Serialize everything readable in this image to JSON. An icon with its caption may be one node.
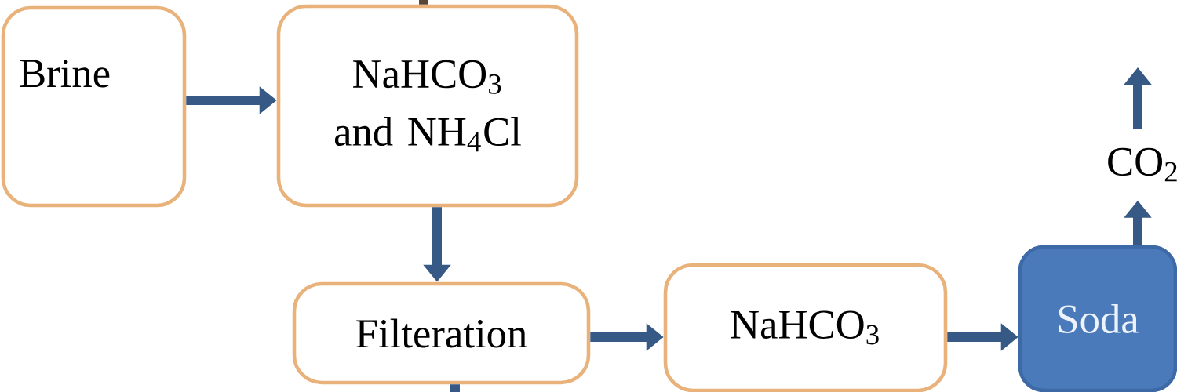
{
  "diagram": {
    "nodes": [
      {
        "text": [
          "Brine"
        ]
      },
      {
        "text": [
          "NaHCO$_{3}$ and NH$_{4}$Cl"
        ]
      },
      {
        "text": [
          "Filteration"
        ]
      },
      {
        "text": [
          "NaHCO$_{3}$"
        ]
      },
      {
        "text": [
          "Soda"
        ]
      },
      {
        "text": [
          "CO$_{2}$"
        ]
      }
    ],
    "edges": [
      {
        "from": 0,
        "to": 1,
        "arrow": "to"
      },
      {
        "from": null,
        "to": 1,
        "arrow": "none",
        "color": "#5a4636"
      },
      {
        "from": 1,
        "to": 2,
        "arrow": "to"
      },
      {
        "from": 2,
        "to": 3,
        "arrow": "to"
      },
      {
        "from": 3,
        "to": 4,
        "arrow": "to"
      },
      {
        "from": 4,
        "to": 5,
        "arrow": "to"
      },
      {
        "from": 5,
        "to": null,
        "arrow": "to"
      },
      {
        "from": 2,
        "to": null,
        "arrow": "none"
      }
    ]
  }
}
